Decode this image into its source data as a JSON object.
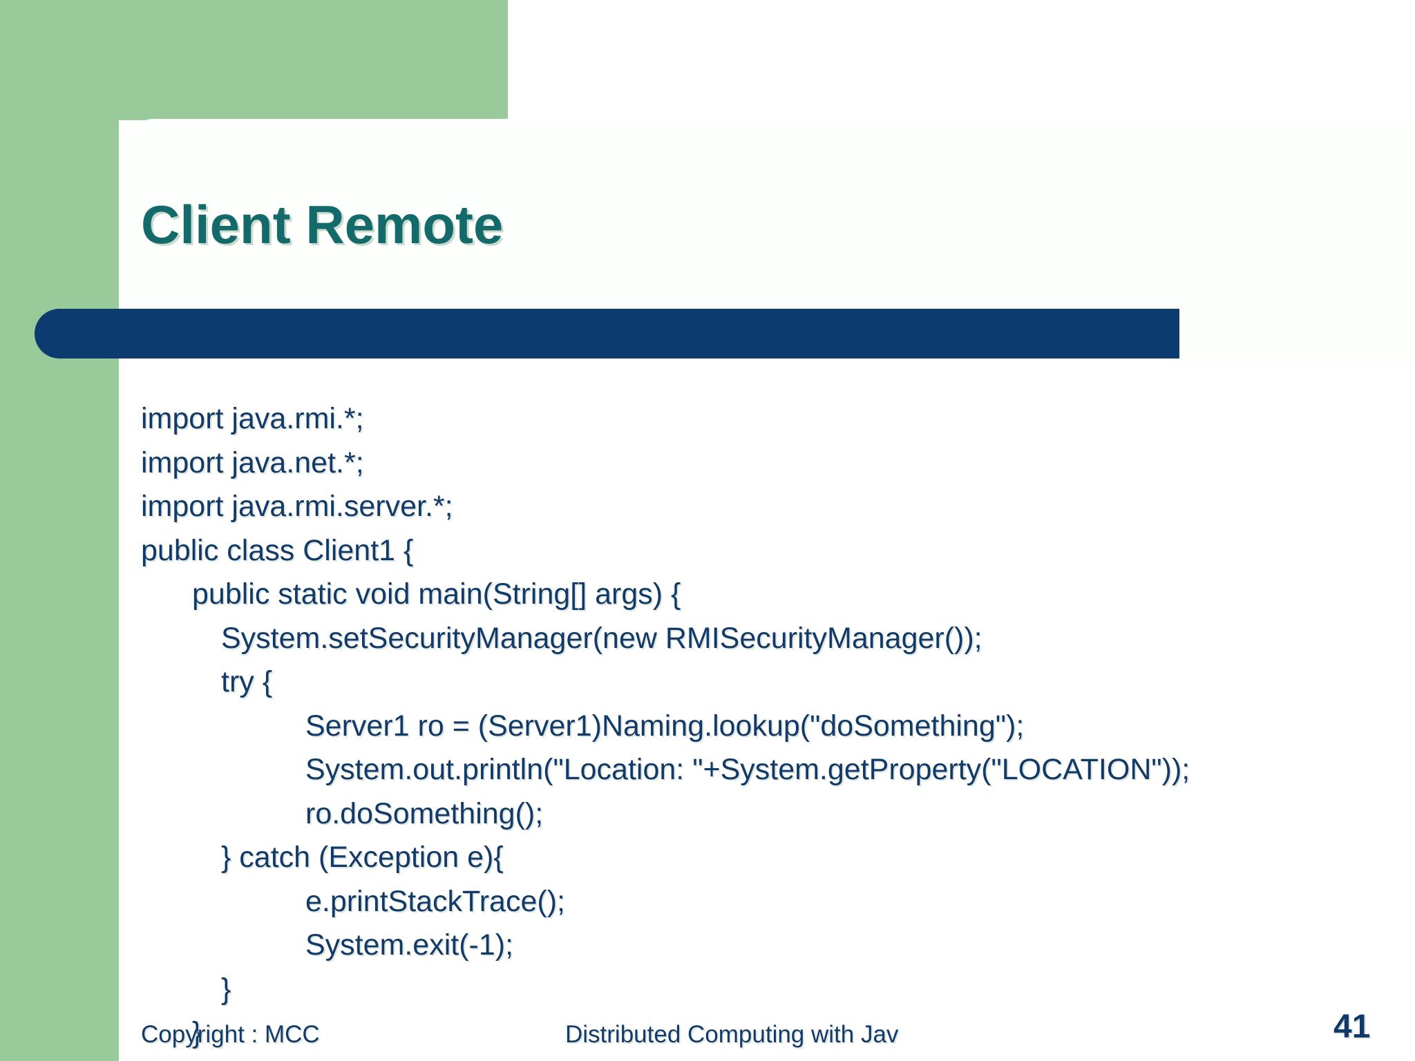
{
  "slide": {
    "title": "Client Remote",
    "page_number": "41",
    "colors": {
      "title_teal": "#14696a",
      "accent_green": "#99cb9a",
      "accent_navy": "#0b3b6f",
      "body_text": "#123a68",
      "background": "#ffffff"
    }
  },
  "code": {
    "language": "java",
    "lines": [
      {
        "text": "import java.rmi.*;",
        "indent": 0
      },
      {
        "text": "import java.net.*;",
        "indent": 0
      },
      {
        "text": "import java.rmi.server.*;",
        "indent": 0
      },
      {
        "text": "public class Client1 {",
        "indent": 0
      },
      {
        "text": "public static void main(String[] args) {",
        "indent": 1
      },
      {
        "text": "System.setSecurityManager(new RMISecurityManager());",
        "indent": 2
      },
      {
        "text": "try {",
        "indent": 2
      },
      {
        "text": "Server1 ro = (Server1)Naming.lookup(\"doSomething\");",
        "indent": 3
      },
      {
        "text": "System.out.println(\"Location: \"+System.getProperty(\"LOCATION\"));",
        "indent": 3
      },
      {
        "text": "ro.doSomething();",
        "indent": 3
      },
      {
        "text": "} catch (Exception e){",
        "indent": 2
      },
      {
        "text": "e.printStackTrace();",
        "indent": 3
      },
      {
        "text": "System.exit(-1);",
        "indent": 3
      },
      {
        "text": "}",
        "indent": 2
      },
      {
        "text": "}",
        "indent": 1
      },
      {
        "text": "}",
        "indent": 0
      }
    ]
  },
  "footer": {
    "copyright": "Copyright : MCC",
    "subject": "Distributed Computing with Jav"
  }
}
